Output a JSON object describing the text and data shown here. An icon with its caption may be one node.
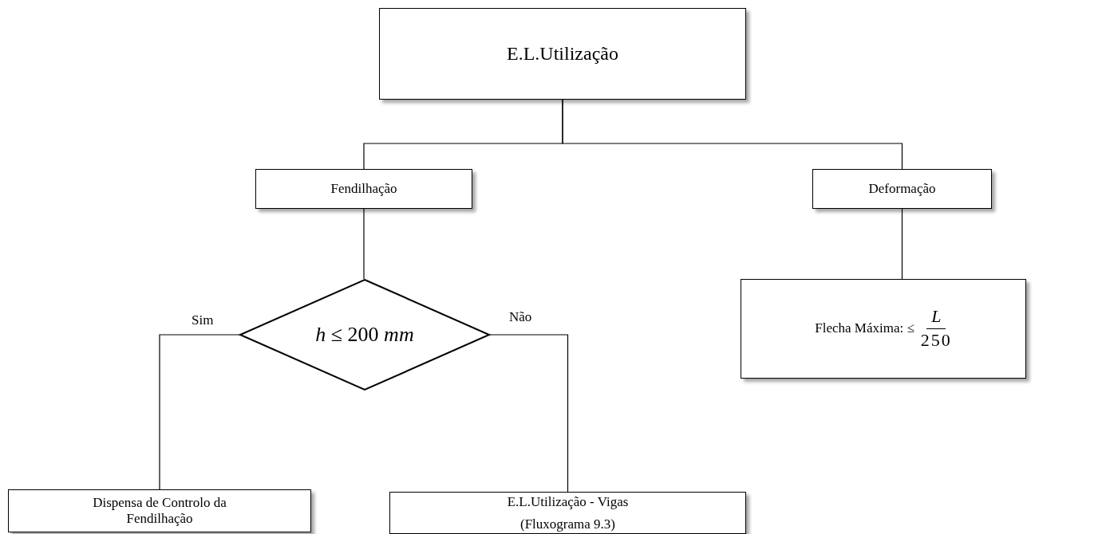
{
  "diagram": {
    "nodes": [
      {
        "text": [
          "E.L.Utilização"
        ]
      },
      {
        "text": [
          "Fendilhação"
        ]
      },
      {
        "text": [
          "Deformação"
        ]
      },
      {
        "text": [
          "*h* ≤ 200 *mm*"
        ]
      },
      {
        "text": [
          "Flecha Máxima: ≤",
          "*L*",
          "250"
        ]
      },
      {
        "text": [
          "Dispensa de Controlo da Fendilhação"
        ]
      },
      {
        "text": [
          "E.L.Utilização - Vigas",
          "(Fluxograma 9.3)"
        ]
      }
    ],
    "edges": [
      {
        "from": 0,
        "to": 1,
        "arrow": "none"
      },
      {
        "from": 0,
        "to": 2,
        "arrow": "none"
      },
      {
        "from": 1,
        "to": 3,
        "arrow": "none"
      },
      {
        "from": 2,
        "to": 4,
        "arrow": "none"
      },
      {
        "from": 3,
        "to": 5,
        "arrow": "none",
        "label": "Sim"
      },
      {
        "from": 3,
        "to": 6,
        "arrow": "none",
        "label": "Não"
      }
    ]
  }
}
